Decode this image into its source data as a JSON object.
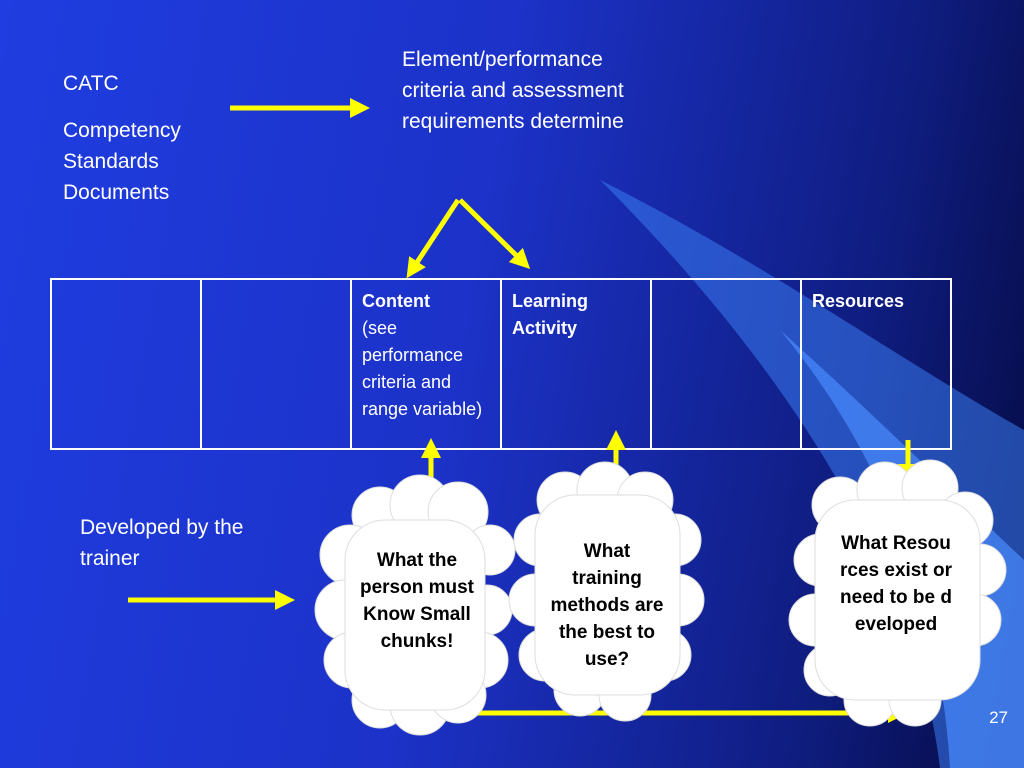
{
  "left": {
    "catc": "CATC",
    "competency": "Competency Standards Documents",
    "developed": "Developed by the trainer"
  },
  "top_note": "Element/performance criteria and assessment requirements determine",
  "table": {
    "cells": [
      {
        "bold": "",
        "rest": ""
      },
      {
        "bold": "",
        "rest": ""
      },
      {
        "bold": "Content",
        "rest": "(see performance criteria and range variable)"
      },
      {
        "bold": "Learning Activity",
        "rest": ""
      },
      {
        "bold": "",
        "rest": ""
      },
      {
        "bold": "Resources",
        "rest": ""
      }
    ]
  },
  "clouds": [
    {
      "text": "What the person must Know Small chunks!"
    },
    {
      "text": "What training methods are the best to use?"
    },
    {
      "text": "What Resources exist or need to be developed"
    }
  ],
  "page_number": "27",
  "colors": {
    "arrow": "#ffff00",
    "light_blue": "#3a7cf0",
    "cloud": "#ffffff"
  }
}
